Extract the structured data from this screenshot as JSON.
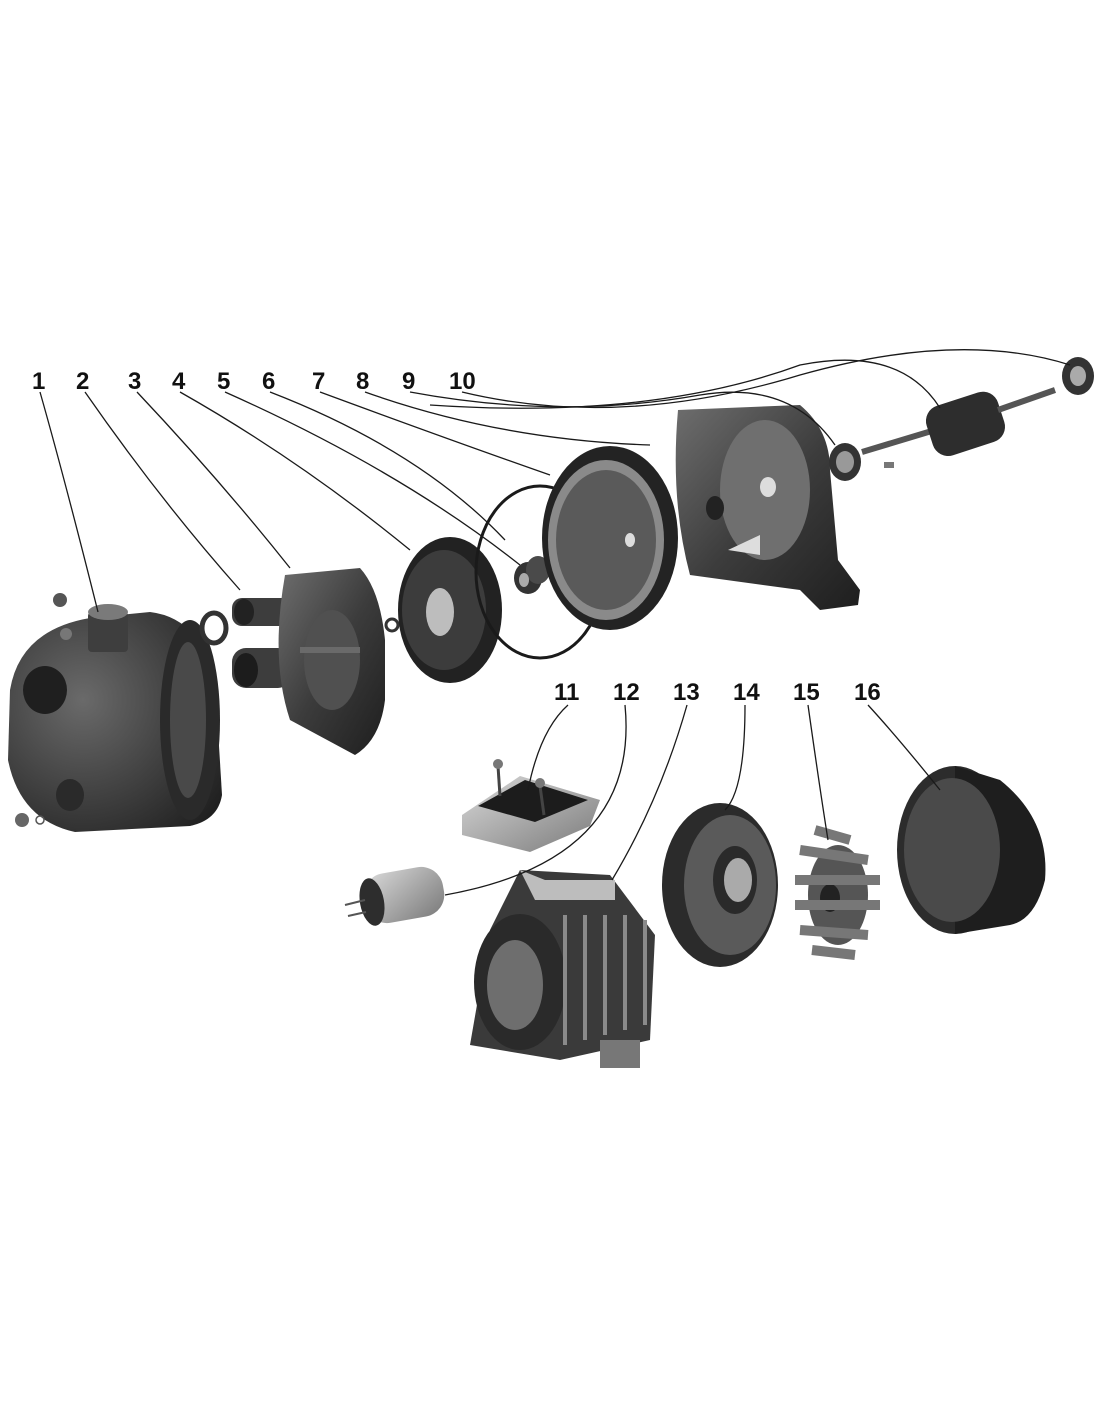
{
  "diagram": {
    "callouts": [
      {
        "label": "1"
      },
      {
        "label": "2"
      },
      {
        "label": "3"
      },
      {
        "label": "4"
      },
      {
        "label": "5"
      },
      {
        "label": "6"
      },
      {
        "label": "7"
      },
      {
        "label": "8"
      },
      {
        "label": "9"
      },
      {
        "label": "10"
      },
      {
        "label": "11"
      },
      {
        "label": "12"
      },
      {
        "label": "13"
      },
      {
        "label": "14"
      },
      {
        "label": "15"
      },
      {
        "label": "16"
      }
    ],
    "colors": {
      "part_dark": "#2e2e2e",
      "part_mid": "#4a4a4a",
      "part_light": "#8a8a8a",
      "highlight": "#bdbdbd",
      "background": "#ffffff"
    }
  }
}
